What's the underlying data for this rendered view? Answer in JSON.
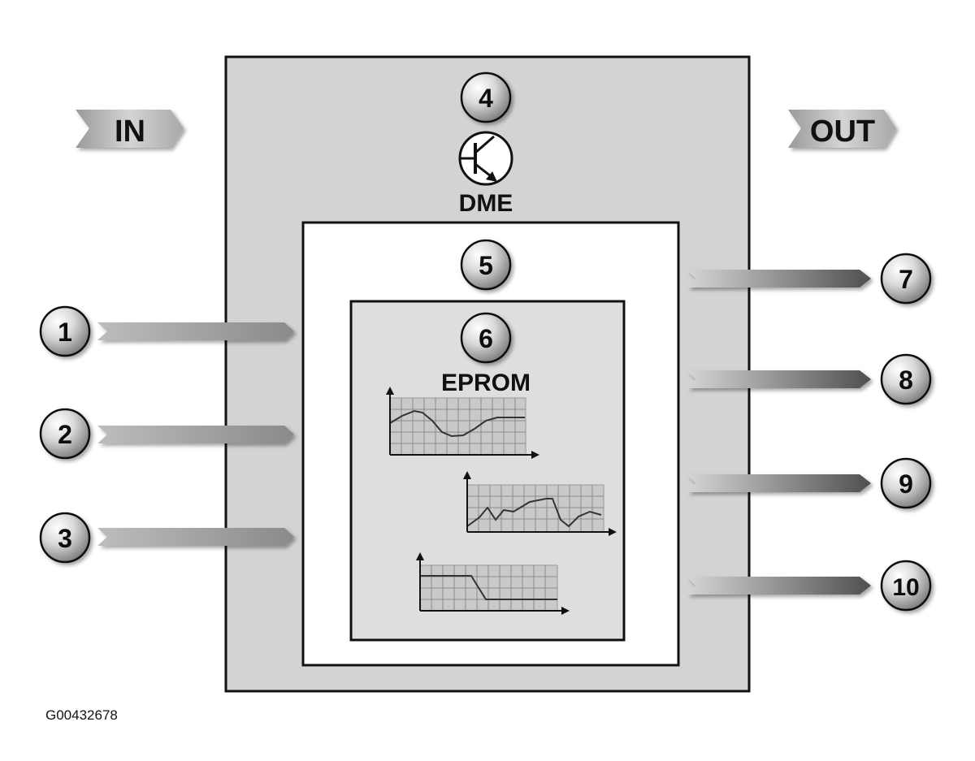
{
  "labels": {
    "in": "IN",
    "out": "OUT",
    "dme": "DME",
    "eprom": "EPROM",
    "figure_code": "G00432678"
  },
  "callouts": {
    "c1": "1",
    "c2": "2",
    "c3": "3",
    "c4": "4",
    "c5": "5",
    "c6": "6",
    "c7": "7",
    "c8": "8",
    "c9": "9",
    "c10": "10"
  },
  "icons": {
    "dme_symbol": "transistor-icon",
    "callout_shape": "numbered-circle"
  },
  "colors": {
    "outer_box": "#d3d3d3",
    "inner_box": "#ffffff",
    "eprom_box": "#dedede",
    "chart_grid_bg": "#c9c9c9",
    "arrow_light": "#cfcfcf",
    "arrow_dark": "#555555"
  }
}
